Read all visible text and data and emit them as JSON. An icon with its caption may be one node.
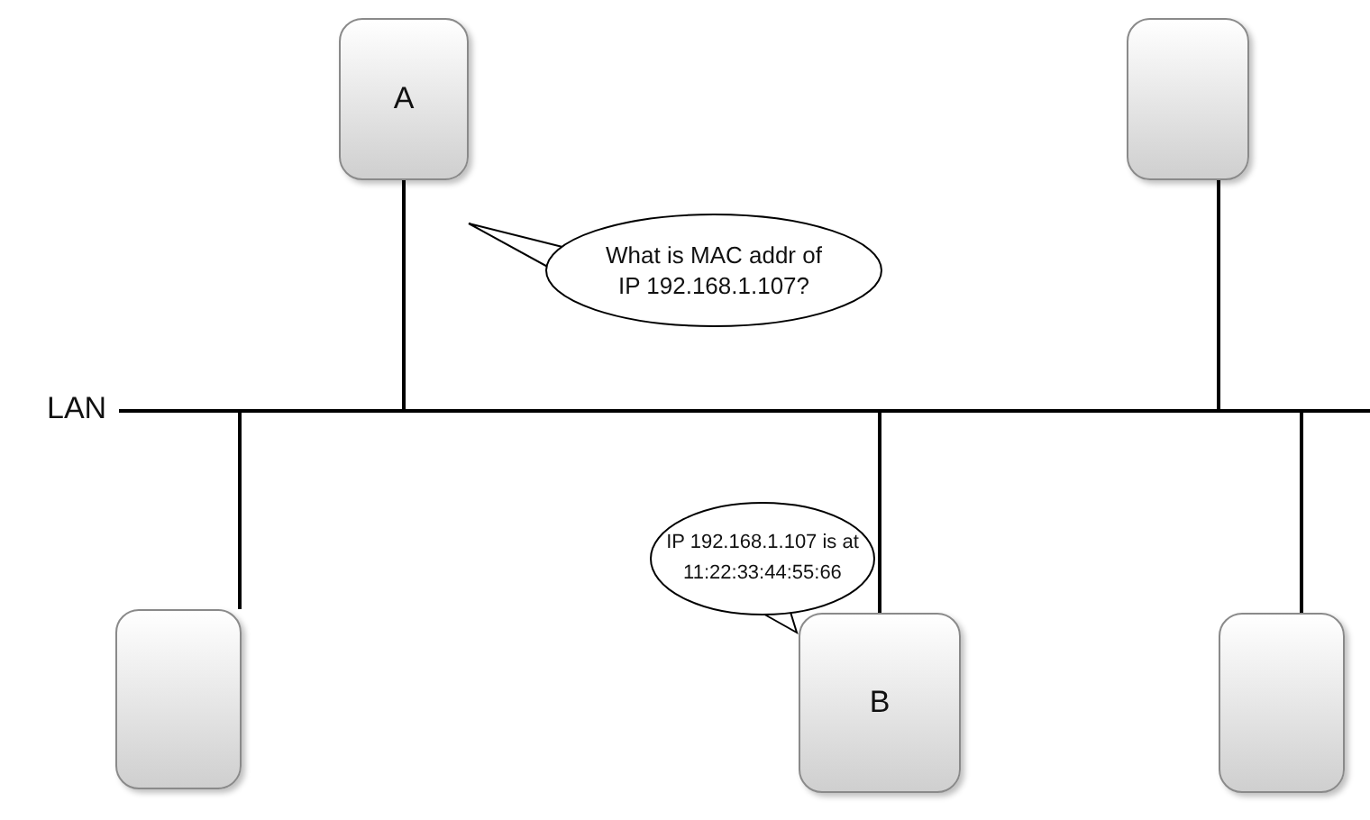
{
  "diagram": {
    "nodes": [
      {
        "text": [
          "A"
        ]
      },
      {
        "text": [],
        "shape": "box"
      },
      {
        "text": [
          "What is MAC addr of IP 192.168.1.107?"
        ]
      },
      {
        "text": [],
        "shape": "bar",
        "beside": [
          "LAN"
        ]
      },
      {
        "text": [
          "IP 192.168.1.107 is at 11:22:33:44:55:66"
        ]
      },
      {
        "text": [],
        "shape": "box"
      },
      {
        "text": [
          "B"
        ]
      },
      {
        "text": [],
        "shape": "box"
      }
    ],
    "edges": [
      {
        "from": 0,
        "to": 3,
        "arrow": "none"
      },
      {
        "from": 1,
        "to": 3,
        "arrow": "none"
      },
      {
        "from": 3,
        "to": 5,
        "arrow": "none"
      },
      {
        "from": 3,
        "to": 6,
        "arrow": "none"
      },
      {
        "from": 3,
        "to": 7,
        "arrow": "none"
      }
    ]
  }
}
